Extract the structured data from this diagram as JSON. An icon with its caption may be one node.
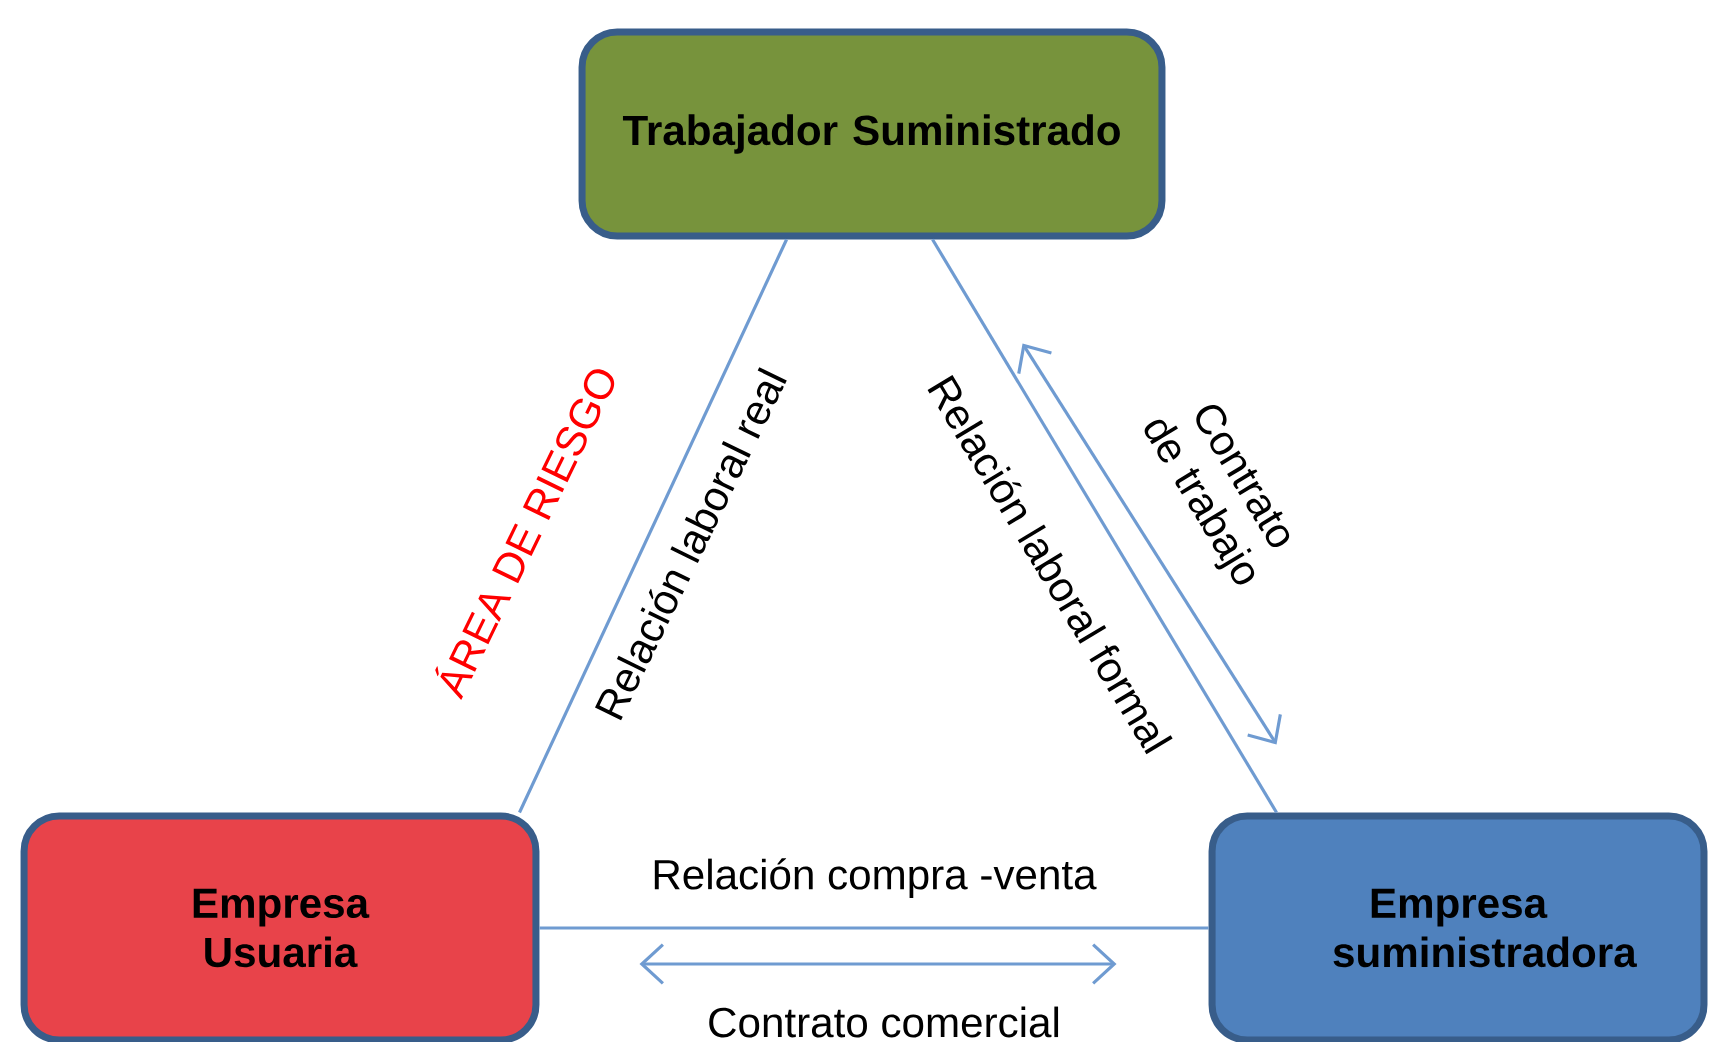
{
  "diagram": {
    "nodes": [
      {
        "text": [
          "Trabajador Suministrado"
        ]
      },
      {
        "text": [
          "Empresa Usuaria"
        ]
      },
      {
        "text": [
          "Empresa suministradora"
        ]
      }
    ],
    "edges": [
      {
        "from": 0,
        "to": 1,
        "arrow": "none",
        "label": "Relación laboral real"
      },
      {
        "from": 0,
        "to": 2,
        "arrow": "none",
        "label": "Relación laboral formal"
      },
      {
        "from": 1,
        "to": 2,
        "arrow": "none",
        "label": "Relación compra -venta"
      },
      {
        "from": 0,
        "to": 2,
        "arrow": "both",
        "label": "Contrato de trabajo"
      },
      {
        "from": 1,
        "to": 2,
        "arrow": "both",
        "label": "Contrato comercial"
      }
    ],
    "labels": [
      "ÁREA DE RIESGO"
    ]
  }
}
